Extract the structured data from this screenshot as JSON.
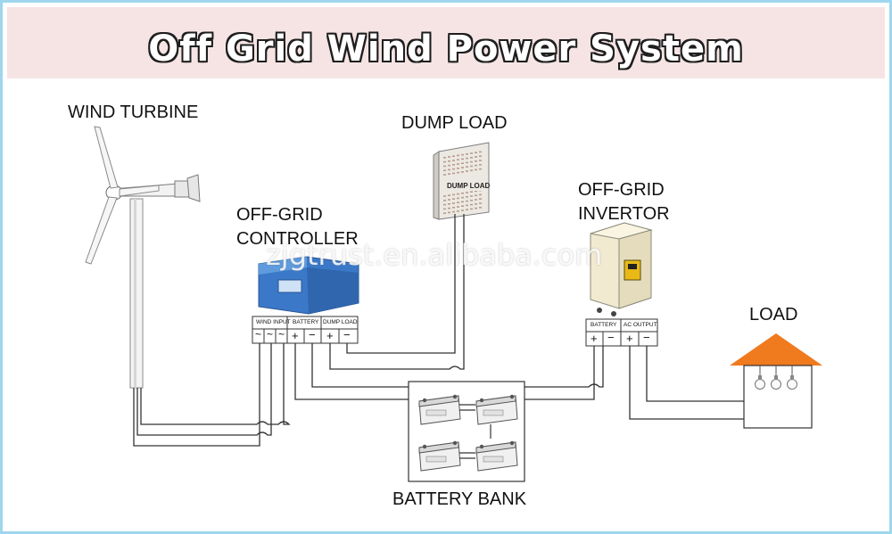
{
  "title": "Off Grid Wind Power System",
  "components": {
    "wind_turbine": "WIND TURBINE",
    "dump_load": "DUMP  LOAD",
    "dump_load_plate": "DUMP LOAD",
    "controller_line1": "OFF-GRID",
    "controller_line2": "CONTROLLER",
    "invertor_line1": "OFF-GRID",
    "invertor_line2": "INVERTOR",
    "load": "LOAD",
    "battery_bank": "BATTERY BANK"
  },
  "controller_terminals": {
    "wind_input": "WIND INPUT",
    "battery": "BATTERY",
    "dump_load": "DUMP LOAD",
    "plus": "+",
    "minus": "−"
  },
  "invertor_terminals": {
    "battery": "BATTERY",
    "ac_output": "AC OUTPUT",
    "plus": "+",
    "minus": "−"
  },
  "watermark": "zjgtrust.en.alibaba.com",
  "colors": {
    "border": "#9fd6ee",
    "header_bg": "#f6e4e4",
    "roof": "#f07a1e",
    "controller": "#3b78c8",
    "wire": "#333333"
  }
}
